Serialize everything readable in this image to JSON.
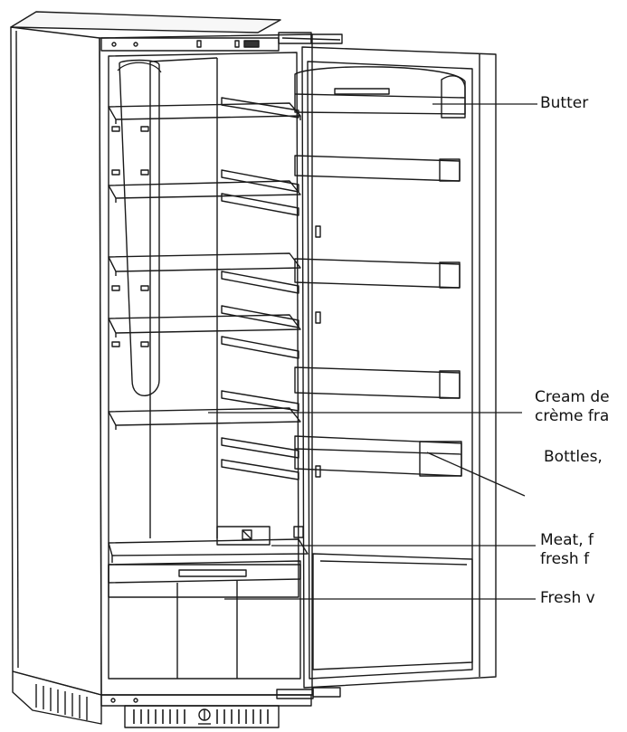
{
  "callouts": [
    {
      "id": "butter",
      "lines": [
        "Butter"
      ]
    },
    {
      "id": "cream",
      "lines": [
        "Cream de",
        "crème fra"
      ]
    },
    {
      "id": "bottles",
      "lines": [
        "Bottles,"
      ]
    },
    {
      "id": "meat",
      "lines": [
        "Meat, f",
        "fresh f"
      ]
    },
    {
      "id": "vegetables",
      "lines": [
        "Fresh v"
      ]
    }
  ],
  "colors": {
    "line": "#1a1a1a",
    "background": "#ffffff"
  }
}
